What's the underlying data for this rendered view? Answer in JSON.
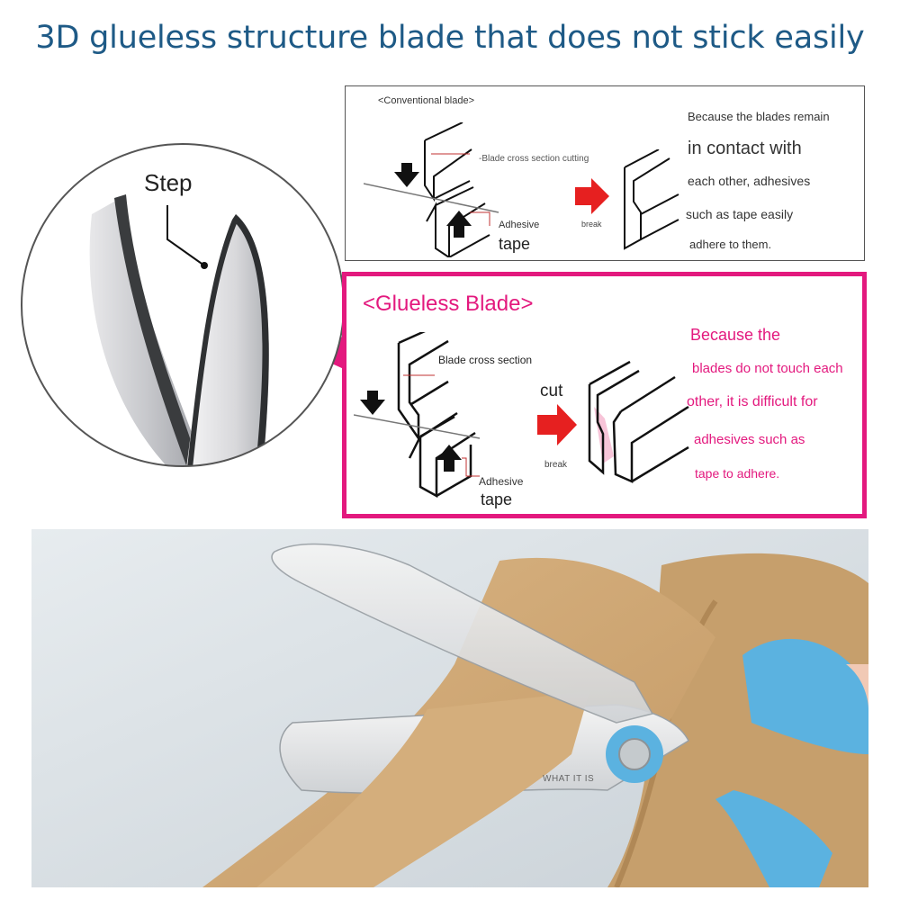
{
  "title": "3D glueless structure blade that does not stick easily",
  "closeup": {
    "label": "Step"
  },
  "conventional": {
    "heading": "<Conventional blade>",
    "cross_section": "-Blade cross section cutting",
    "adhesive": "Adhesive",
    "tape": "tape",
    "break": "break",
    "desc": [
      "Because the blades remain",
      "in contact with",
      "each other, adhesives",
      "such as tape easily",
      "adhere to them."
    ]
  },
  "glueless": {
    "heading": "<Glueless Blade>",
    "cross_section": "Blade cross section",
    "cut": "cut",
    "break": "break",
    "adhesive": "Adhesive",
    "tape": "tape",
    "desc": [
      "Because the",
      "blades do not touch each",
      "other, it is difficult for",
      "adhesives such as",
      "tape to adhere."
    ]
  },
  "photo": {
    "scissors_text": "WHAT IT IS"
  },
  "colors": {
    "title": "#1e5a86",
    "accent_pink": "#e3197e",
    "arrow_red": "#e62020",
    "handle_blue": "#5bb2e0",
    "tape_kraft": "#d2aa78"
  }
}
